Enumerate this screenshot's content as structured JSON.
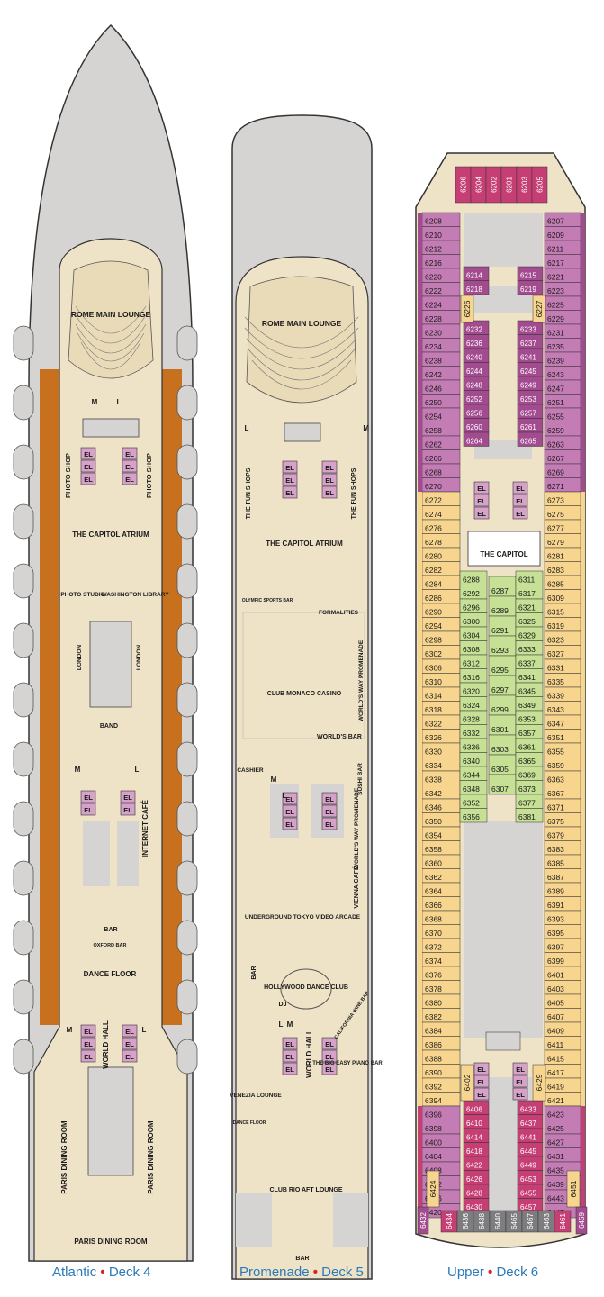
{
  "colors": {
    "hull": "#d5d4d2",
    "deck": "#efe3c7",
    "wood": "#c7701e",
    "line": "#333333",
    "elevator": "#d6a2c9",
    "interior": "#f7d58e",
    "ocean": "#a24b8f",
    "balcony": "#c63f74",
    "inside_green": "#c6e195",
    "caption": "#2a79b8",
    "dot": "#d8232a"
  },
  "decks": [
    {
      "name": "Atlantic",
      "deck": "Deck 4",
      "labels": {
        "main_lounge": "ROME MAIN LOUNGE",
        "photo_shop": "PHOTO SHOP",
        "atrium": "THE CAPITOL ATRIUM",
        "photo_studio": "PHOTO STUDIO",
        "library": "WASHINGTON LIBRARY",
        "london": "LONDON",
        "band": "BAND",
        "internet": "INTERNET CAFÉ",
        "bar": "BAR",
        "oxford_bar": "OXFORD BAR",
        "dance_floor": "DANCE FLOOR",
        "world_hall": "WORLD HALL",
        "paris_dining": "PARIS DINING ROOM",
        "el": "EL",
        "m": "M",
        "l": "L"
      }
    },
    {
      "name": "Promenade",
      "deck": "Deck 5",
      "labels": {
        "main_lounge": "ROME MAIN LOUNGE",
        "fun_shops": "THE FUN SHOPS",
        "atrium": "THE CAPITOL ATRIUM",
        "olympic": "OLYMPIC SPORTS BAR",
        "formalities": "FORMALITIES",
        "casino": "CLUB MONACO CASINO",
        "promenade": "WORLD'S WAY PROMENADE",
        "worlds_bar": "WORLD'S BAR",
        "sushi": "SUSHI BAR",
        "cashier": "CASHIER",
        "vienna": "VIENNA CAFÉ",
        "arcade": "UNDERGROUND TOKYO VIDEO ARCADE",
        "bar": "BAR",
        "hollywood": "HOLLYWOOD DANCE CLUB",
        "dj": "DJ",
        "wine_bar": "CALIFORNIA WINE BAR",
        "world_hall": "WORLD HALL",
        "venezia": "VENEZIA LOUNGE",
        "dance_floor": "DANCE FLOOR",
        "piano_bar": "THE BIG EASY PIANO BAR",
        "rio": "CLUB RIO AFT LOUNGE",
        "el": "EL",
        "m": "M",
        "l": "L"
      }
    },
    {
      "name": "Upper",
      "deck": "Deck 6",
      "labels": {
        "capitol": "THE CAPITOL",
        "el": "EL"
      },
      "cabins": {
        "forward": [
          "6206",
          "6204",
          "6202",
          "6201",
          "6203",
          "6205"
        ],
        "port_outer": [
          "6208",
          "6210",
          "6212",
          "6216",
          "6220",
          "6222",
          "6224",
          "6228",
          "6230",
          "6234",
          "6238",
          "6242",
          "6246",
          "6250",
          "6254",
          "6258",
          "6262",
          "6266",
          "6268",
          "6270",
          "6272",
          "6274",
          "6276",
          "6278",
          "6280",
          "6282",
          "6284",
          "6286",
          "6290",
          "6294",
          "6298",
          "6302",
          "6306",
          "6310",
          "6314",
          "6318",
          "6322",
          "6326",
          "6330",
          "6334",
          "6338",
          "6342",
          "6346",
          "6350",
          "6354",
          "6358",
          "6360",
          "6362",
          "6364",
          "6366",
          "6368",
          "6370",
          "6372",
          "6374",
          "6376",
          "6378",
          "6380",
          "6382",
          "6384",
          "6386",
          "6388",
          "6390",
          "6392",
          "6394",
          "6396",
          "6398",
          "6400",
          "6404",
          "6408",
          "6412",
          "6416",
          "6420"
        ],
        "stbd_outer": [
          "6207",
          "6209",
          "6211",
          "6217",
          "6221",
          "6223",
          "6225",
          "6229",
          "6231",
          "6235",
          "6239",
          "6243",
          "6247",
          "6251",
          "6255",
          "6259",
          "6263",
          "6267",
          "6269",
          "6271",
          "6273",
          "6275",
          "6277",
          "6279",
          "6281",
          "6283",
          "6285",
          "6309",
          "6315",
          "6319",
          "6323",
          "6327",
          "6331",
          "6335",
          "6339",
          "6343",
          "6347",
          "6351",
          "6355",
          "6359",
          "6363",
          "6367",
          "6371",
          "6375",
          "6379",
          "6383",
          "6385",
          "6387",
          "6389",
          "6391",
          "6393",
          "6395",
          "6397",
          "6399",
          "6401",
          "6403",
          "6405",
          "6407",
          "6409",
          "6411",
          "6415",
          "6417",
          "6419",
          "6421",
          "6423",
          "6425",
          "6427",
          "6431",
          "6435",
          "6439",
          "6443",
          "6447"
        ],
        "port_inner": [
          "6214",
          "6218",
          "6232",
          "6236",
          "6240",
          "6244",
          "6248",
          "6252",
          "6256",
          "6260",
          "6264"
        ],
        "stbd_inner": [
          "6215",
          "6219",
          "6233",
          "6237",
          "6241",
          "6245",
          "6249",
          "6253",
          "6257",
          "6261",
          "6265"
        ],
        "mid_port_a": [
          "6226"
        ],
        "mid_stbd_a": [
          "6227"
        ],
        "green_a": [
          "6288",
          "6292",
          "6296",
          "6300",
          "6304",
          "6308",
          "6312",
          "6316",
          "6320",
          "6324",
          "6328",
          "6332",
          "6336",
          "6340",
          "6344",
          "6348",
          "6352",
          "6356"
        ],
        "green_b": [
          "6287",
          "6289",
          "6291",
          "6293",
          "6295",
          "6297",
          "6299",
          "6301",
          "6303",
          "6305",
          "6307"
        ],
        "green_c": [
          "6311",
          "6317",
          "6321",
          "6325",
          "6329",
          "6333",
          "6337",
          "6341",
          "6345",
          "6349",
          "6353",
          "6357",
          "6361",
          "6365",
          "6369",
          "6373",
          "6377",
          "6381"
        ],
        "aft_port_inner": [
          "6406",
          "6410",
          "6414",
          "6418",
          "6422",
          "6426",
          "6428",
          "6430"
        ],
        "aft_stbd_inner": [
          "6433",
          "6437",
          "6441",
          "6445",
          "6449",
          "6453",
          "6455",
          "6457"
        ],
        "aft_side": [
          "6402",
          "6429",
          "6424",
          "6451",
          "6432",
          "6459"
        ],
        "stern": [
          "6434",
          "6436",
          "6438",
          "6440",
          "6465",
          "6467",
          "6463",
          "6461"
        ]
      }
    }
  ]
}
